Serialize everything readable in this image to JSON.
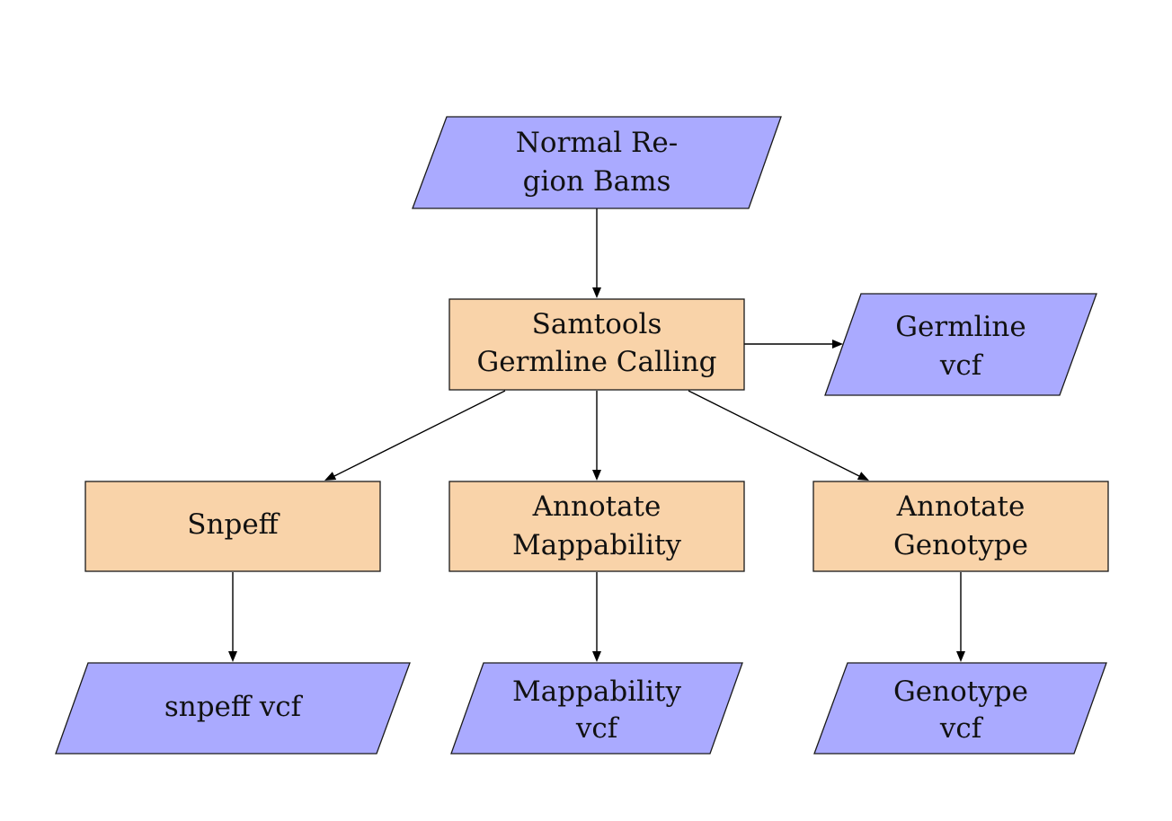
{
  "diagram": {
    "colors": {
      "process_fill": "#f9d3a9",
      "data_fill": "#aaaaff",
      "stroke": "#1a1a1a"
    },
    "nodes": {
      "normal_bams": {
        "shape": "parallelogram",
        "lines": [
          "Normal Re-",
          "gion Bams"
        ]
      },
      "samtools": {
        "shape": "rectangle",
        "lines": [
          "Samtools",
          "Germline Calling"
        ]
      },
      "germline_vcf": {
        "shape": "parallelogram",
        "lines": [
          "Germline",
          "vcf"
        ]
      },
      "snpeff": {
        "shape": "rectangle",
        "lines": [
          "Snpeff"
        ]
      },
      "annotate_mappability": {
        "shape": "rectangle",
        "lines": [
          "Annotate",
          "Mappability"
        ]
      },
      "annotate_genotype": {
        "shape": "rectangle",
        "lines": [
          "Annotate",
          "Genotype"
        ]
      },
      "snpeff_vcf": {
        "shape": "parallelogram",
        "lines": [
          "snpeff vcf"
        ]
      },
      "mappability_vcf": {
        "shape": "parallelogram",
        "lines": [
          "Mappability",
          "vcf"
        ]
      },
      "genotype_vcf": {
        "shape": "parallelogram",
        "lines": [
          "Genotype",
          "vcf"
        ]
      }
    },
    "edges": [
      {
        "from": "normal_bams",
        "to": "samtools"
      },
      {
        "from": "samtools",
        "to": "germline_vcf"
      },
      {
        "from": "samtools",
        "to": "snpeff"
      },
      {
        "from": "samtools",
        "to": "annotate_mappability"
      },
      {
        "from": "samtools",
        "to": "annotate_genotype"
      },
      {
        "from": "snpeff",
        "to": "snpeff_vcf"
      },
      {
        "from": "annotate_mappability",
        "to": "mappability_vcf"
      },
      {
        "from": "annotate_genotype",
        "to": "genotype_vcf"
      }
    ]
  }
}
